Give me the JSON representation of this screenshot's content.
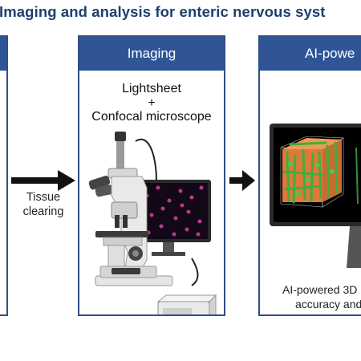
{
  "title": "Imaging and analysis for enteric nervous syst",
  "panels": {
    "imaging": {
      "header": "Imaging",
      "line1": "Lightsheet",
      "line2": "+",
      "line3": "Confocal microscope"
    },
    "ai": {
      "header": "AI-powe",
      "caption_line1": "AI-powered 3D",
      "caption_line2": "accuracy and"
    }
  },
  "steps": {
    "clearing_line1": "Tissue",
    "clearing_line2": "clearing"
  },
  "colors": {
    "header_blue": "#2f5597",
    "title_blue": "#1f3f6e",
    "tissue_orange": "#e0793a",
    "neuron_green": "#3fae3f"
  }
}
